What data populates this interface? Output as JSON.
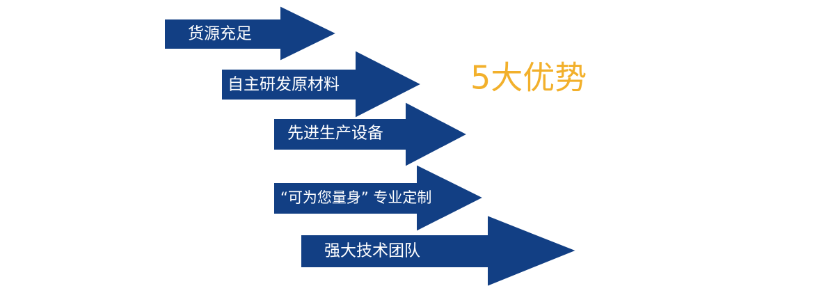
{
  "headline": "5大优势",
  "colors": {
    "arrow_fill": "#123f84",
    "arrow_text": "#ffffff",
    "headline": "#f2b02b",
    "background": "#ffffff"
  },
  "steps": [
    {
      "label": "货源充足"
    },
    {
      "label": "自主研发原材料"
    },
    {
      "label": "先进生产设备"
    },
    {
      "label": "“可为您量身” 专业定制"
    },
    {
      "label": "强大技术团队"
    }
  ]
}
